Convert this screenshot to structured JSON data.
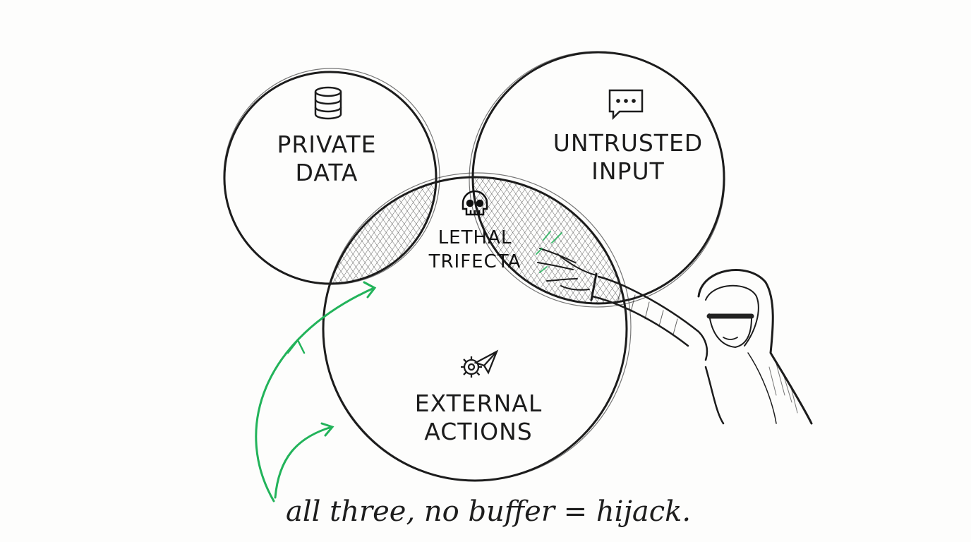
{
  "circles": {
    "private_data": {
      "line1": "PRIVATE",
      "line2": "DATA",
      "icon": "database-icon"
    },
    "untrusted_input": {
      "line1": "UNTRUSTED",
      "line2": "INPUT",
      "icon": "chat-bubble-icon"
    },
    "external_actions": {
      "line1": "EXTERNAL",
      "line2": "ACTIONS",
      "icon": "gear-send-icon"
    }
  },
  "center": {
    "line1": "LETHAL",
    "line2": "TRIFECTA",
    "icon": "skull-icon"
  },
  "caption": "all three, no buffer = hijack.",
  "colors": {
    "accent_green": "#22b35a",
    "ink": "#1c1c1c",
    "background": "#fdfdfc"
  },
  "figure": "hooded-attacker-reaching-icon"
}
